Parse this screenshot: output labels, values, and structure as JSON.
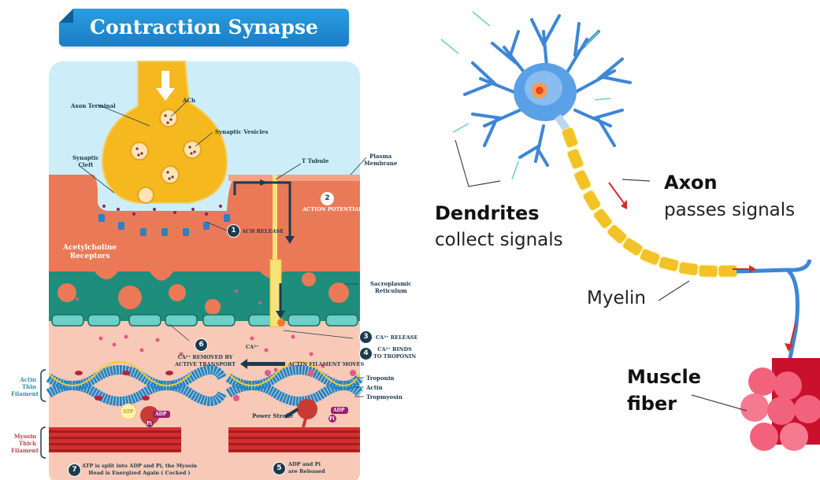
{
  "left_diagram": {
    "title": "Contraction Synapse",
    "labels": {
      "axon_terminal": "Axon Terminal",
      "ach": "ACh",
      "synaptic_vesicles": "Synaptic Vesicles",
      "synaptic_cleft": "Synaptic\nCleft",
      "t_tubule": "T Tubule",
      "plasma_membrane": "Plasma\nMembrane",
      "acetylcholine_receptors": "Acetylcholine\nReceptors",
      "sarcoplasmic_reticulum": "Sacroplasmic\nReticulum",
      "ca2": "CA²⁺",
      "actin_thin_filament": "Actin\nThin\nFilament",
      "myosin_thick_filament": "Myosin\nThick\nFilament",
      "troponin": "Troponin",
      "actin": "Actin",
      "tropmyosin": "Tropmyosin",
      "power_stroke": "Power Stroke",
      "atp": "ATP",
      "adp": "ADP",
      "pi": "Pi",
      "actin_filament_moves": "ACTIN FILAMENT MOVES"
    },
    "steps": [
      {
        "num": "1",
        "text": "ACH RELEASE"
      },
      {
        "num": "2",
        "text": "ACTION POTENTIAL"
      },
      {
        "num": "3",
        "text": "CA²⁺ RELEASE"
      },
      {
        "num": "4",
        "text": "CA²⁺ BINDS\nTO TROPONIN"
      },
      {
        "num": "5",
        "text": "ADP and Pi\nare Released"
      },
      {
        "num": "6",
        "text": "CA²⁺ REMOVED BY\nACTIVE TRANSPORT"
      },
      {
        "num": "7",
        "text": "ATP is split into ADP and Pi, the Myosin\nHead is Energized Again ( Cocked )"
      }
    ],
    "colors": {
      "banner": "#1f8ad3",
      "extracellular": "#cdeef8",
      "axon": "#f6b81f",
      "muscle": "#ea7a57",
      "sarcoplasmic": "#1f8d7c",
      "cytoplasm": "#f8c9b6",
      "actin": "#1d86c8",
      "myosin": "#d1302f",
      "badge": "#1c3b4f"
    }
  },
  "right_diagram": {
    "labels": [
      {
        "id": "dendrites",
        "title": "Dendrites",
        "subtitle": "collect signals"
      },
      {
        "id": "axon",
        "title": "Axon",
        "subtitle": "passes signals"
      },
      {
        "id": "myelin",
        "title": "",
        "subtitle": "Myelin"
      },
      {
        "id": "muscle_fiber",
        "title": "Muscle\nfiber",
        "subtitle": ""
      }
    ],
    "colors": {
      "neuron": "#3d86d6",
      "nucleus": "#ff6a2a",
      "myelin": "#f2c227",
      "signal_arrow": "#d62a2a",
      "input_arrow": "#6fd0b8",
      "muscle": "#e0415a"
    }
  }
}
